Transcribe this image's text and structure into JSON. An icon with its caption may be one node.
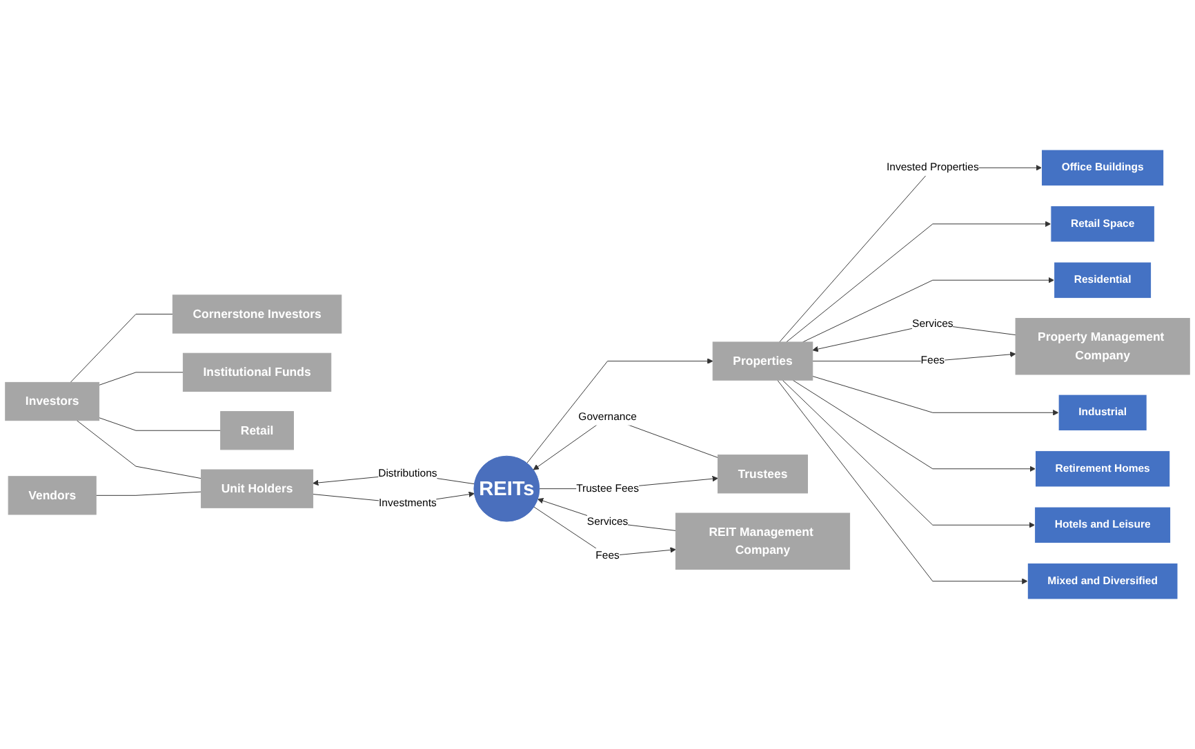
{
  "diagram": {
    "nodes": [
      {
        "text": [
          "Vendors"
        ]
      },
      {
        "text": [
          "Investors"
        ]
      },
      {
        "text": [
          "Cornerstone Investors"
        ]
      },
      {
        "text": [
          "Institutional Funds"
        ]
      },
      {
        "text": [
          "Retail"
        ]
      },
      {
        "text": [
          "Unit Holders"
        ]
      },
      {
        "text": [
          "REIT Management Company"
        ]
      },
      {
        "text": [
          "REITs"
        ]
      },
      {
        "text": [
          "Trustees"
        ]
      },
      {
        "text": [
          "Property Management Company"
        ]
      },
      {
        "text": [
          "Properties"
        ]
      },
      {
        "text": [
          "Office Buildings"
        ]
      },
      {
        "text": [
          "Retail Space"
        ]
      },
      {
        "text": [
          "Residential"
        ]
      },
      {
        "text": [
          "Industrial"
        ]
      },
      {
        "text": [
          "Retirement Homes"
        ]
      },
      {
        "text": [
          "Hotels and Leisure"
        ]
      },
      {
        "text": [
          "Mixed and Diversified"
        ]
      }
    ],
    "edges": [
      {
        "from": 0,
        "to": 5,
        "arrow": "none"
      },
      {
        "from": 1,
        "to": 5,
        "arrow": "none"
      },
      {
        "from": 1,
        "to": 2,
        "arrow": "none"
      },
      {
        "from": 1,
        "to": 3,
        "arrow": "none"
      },
      {
        "from": 1,
        "to": 4,
        "arrow": "none"
      },
      {
        "from": 7,
        "to": 5,
        "arrow": "to",
        "label": "Distributions"
      },
      {
        "from": 5,
        "to": 7,
        "arrow": "to",
        "label": "Investments"
      },
      {
        "from": 6,
        "to": 7,
        "arrow": "to",
        "label": "Services"
      },
      {
        "from": 7,
        "to": 6,
        "arrow": "to",
        "label": "Fees"
      },
      {
        "from": 8,
        "to": 7,
        "arrow": "to",
        "label": "Governance"
      },
      {
        "from": 7,
        "to": 8,
        "arrow": "to",
        "label": "Trustee Fees"
      },
      {
        "from": 7,
        "to": 10,
        "arrow": "to"
      },
      {
        "from": 9,
        "to": 10,
        "arrow": "to",
        "label": "Services"
      },
      {
        "from": 10,
        "to": 9,
        "arrow": "to",
        "label": "Fees"
      },
      {
        "from": 10,
        "to": 11,
        "arrow": "to",
        "label": "Invested Properties"
      },
      {
        "from": 10,
        "to": 12,
        "arrow": "to"
      },
      {
        "from": 10,
        "to": 13,
        "arrow": "to"
      },
      {
        "from": 10,
        "to": 14,
        "arrow": "to"
      },
      {
        "from": 10,
        "to": 15,
        "arrow": "to"
      },
      {
        "from": 10,
        "to": 16,
        "arrow": "to"
      },
      {
        "from": 10,
        "to": 17,
        "arrow": "to"
      }
    ]
  }
}
